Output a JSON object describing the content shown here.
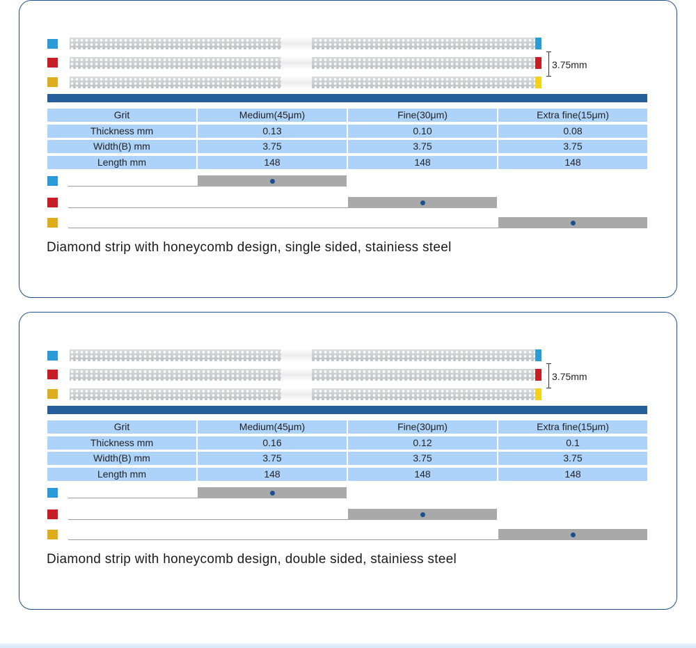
{
  "colors": {
    "blue_swatch": "#2b9bd8",
    "red_swatch": "#c81d25",
    "yellow_swatch": "#dcae1d",
    "header_bar": "#265e9b",
    "table_cell": "#aed3fb",
    "indicator_block": "#a9a9a9",
    "border": "#1f4f8f"
  },
  "cards": [
    {
      "dimension_label": "3.75mm",
      "header": [
        "Grit",
        "Medium(45μm)",
        "Fine(30μm)",
        "Extra fine(15μm)"
      ],
      "rows": [
        [
          "Thickness mm",
          "0.13",
          "0.10",
          "0.08"
        ],
        [
          "Width(B) mm",
          "3.75",
          "3.75",
          "3.75"
        ],
        [
          "Length mm",
          "148",
          "148",
          "148"
        ]
      ],
      "description": "Diamond strip with honeycomb design, single sided, stainiess steel"
    },
    {
      "dimension_label": "3.75mm",
      "header": [
        "Grit",
        "Medium(45μm)",
        "Fine(30μm)",
        "Extra fine(15μm)"
      ],
      "rows": [
        [
          "Thickness mm",
          "0.16",
          "0.12",
          "0.1"
        ],
        [
          "Width(B) mm",
          "3.75",
          "3.75",
          "3.75"
        ],
        [
          "Length mm",
          "148",
          "148",
          "148"
        ]
      ],
      "description": "Diamond strip with honeycomb design, double sided, stainiess steel"
    }
  ]
}
